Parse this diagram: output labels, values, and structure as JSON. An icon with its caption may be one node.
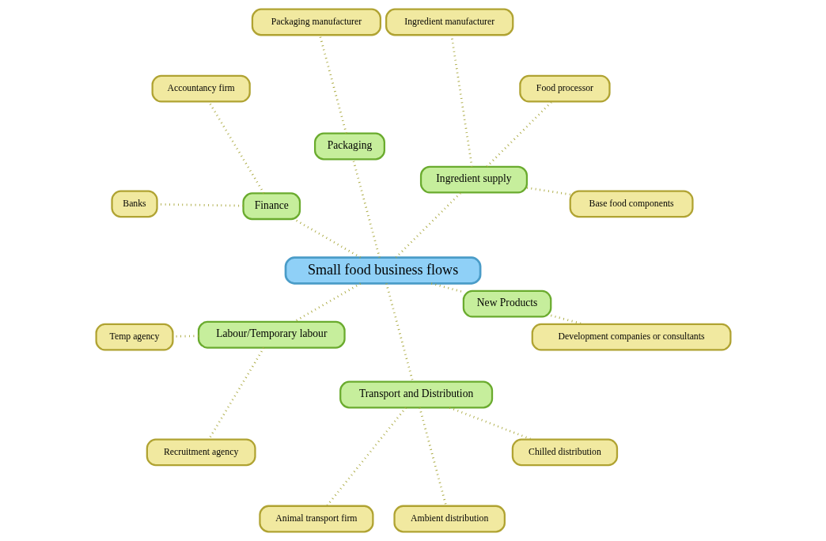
{
  "diagram": {
    "nodes": [
      {
        "text": [
          "Small food business flows"
        ]
      },
      {
        "text": [
          "Ingredient supply"
        ]
      },
      {
        "text": [
          "Base food components"
        ]
      },
      {
        "text": [
          "Food processor"
        ]
      },
      {
        "text": [
          "Ingredient manufacturer"
        ]
      },
      {
        "text": [
          "Packaging"
        ]
      },
      {
        "text": [
          "Packaging manufacturer"
        ]
      },
      {
        "text": [
          "Finance"
        ]
      },
      {
        "text": [
          "Accountancy firm"
        ]
      },
      {
        "text": [
          "Banks"
        ]
      },
      {
        "text": [
          "Labour/Temporary labour"
        ]
      },
      {
        "text": [
          "Temp agency"
        ]
      },
      {
        "text": [
          "Recruitment agency"
        ]
      },
      {
        "text": [
          "Transport and Distribution"
        ]
      },
      {
        "text": [
          "Animal transport firm"
        ]
      },
      {
        "text": [
          "Ambient distribution"
        ]
      },
      {
        "text": [
          "Chilled distribution"
        ]
      },
      {
        "text": [
          "New Products"
        ]
      },
      {
        "text": [
          "Development companies or consultants"
        ]
      }
    ],
    "edges": [
      {
        "from": 0,
        "to": 1,
        "arrow": "none"
      },
      {
        "from": 1,
        "to": 2,
        "arrow": "none"
      },
      {
        "from": 1,
        "to": 3,
        "arrow": "none"
      },
      {
        "from": 1,
        "to": 4,
        "arrow": "none"
      },
      {
        "from": 0,
        "to": 5,
        "arrow": "none"
      },
      {
        "from": 5,
        "to": 6,
        "arrow": "none"
      },
      {
        "from": 0,
        "to": 7,
        "arrow": "none"
      },
      {
        "from": 7,
        "to": 8,
        "arrow": "none"
      },
      {
        "from": 7,
        "to": 9,
        "arrow": "none"
      },
      {
        "from": 0,
        "to": 10,
        "arrow": "none"
      },
      {
        "from": 10,
        "to": 11,
        "arrow": "none"
      },
      {
        "from": 10,
        "to": 12,
        "arrow": "none"
      },
      {
        "from": 0,
        "to": 13,
        "arrow": "none"
      },
      {
        "from": 13,
        "to": 14,
        "arrow": "none"
      },
      {
        "from": 13,
        "to": 15,
        "arrow": "none"
      },
      {
        "from": 13,
        "to": 16,
        "arrow": "none"
      },
      {
        "from": 0,
        "to": 17,
        "arrow": "none"
      },
      {
        "from": 17,
        "to": 18,
        "arrow": "none"
      }
    ]
  }
}
